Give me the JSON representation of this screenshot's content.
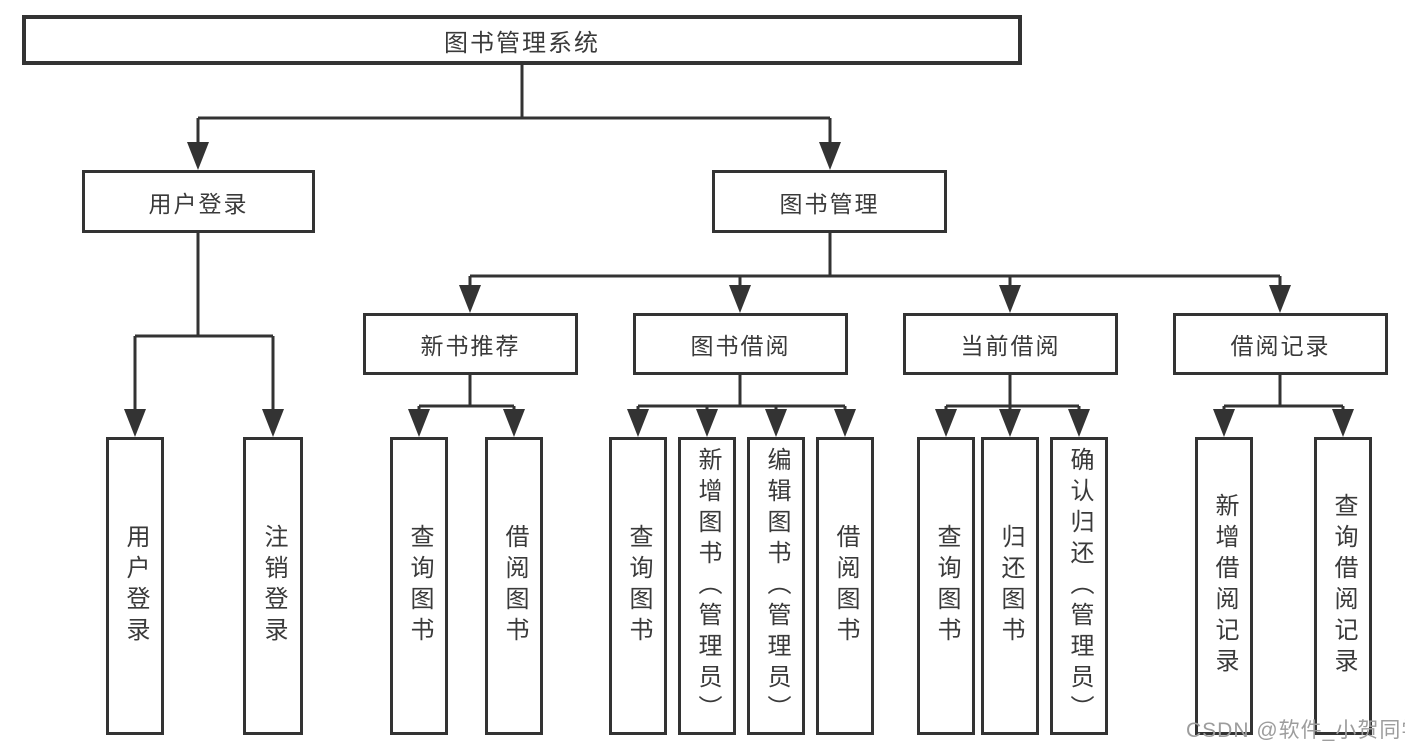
{
  "diagram": {
    "colors": {
      "line": "#333333",
      "text": "#3a3a3a",
      "background": "#ffffff",
      "watermark": "#9d9d9d"
    },
    "root": {
      "label": "图书管理系统"
    },
    "branches": [
      {
        "label": "用户登录",
        "children": [
          {
            "label": "用户登录"
          },
          {
            "label": "注销登录"
          }
        ]
      },
      {
        "label": "图书管理",
        "children": [
          {
            "label": "新书推荐",
            "children": [
              {
                "label": "查询图书"
              },
              {
                "label": "借阅图书"
              }
            ]
          },
          {
            "label": "图书借阅",
            "children": [
              {
                "label": "查询图书"
              },
              {
                "label": "新增图书（管理员）"
              },
              {
                "label": "编辑图书（管理员）"
              },
              {
                "label": "借阅图书"
              }
            ]
          },
          {
            "label": "当前借阅",
            "children": [
              {
                "label": "查询图书"
              },
              {
                "label": "归还图书"
              },
              {
                "label": "确认归还（管理员）"
              }
            ]
          },
          {
            "label": "借阅记录",
            "children": [
              {
                "label": "新增借阅记录"
              },
              {
                "label": "查询借阅记录"
              }
            ]
          }
        ]
      }
    ],
    "watermark": "CSDN @软件_小贺同学"
  }
}
